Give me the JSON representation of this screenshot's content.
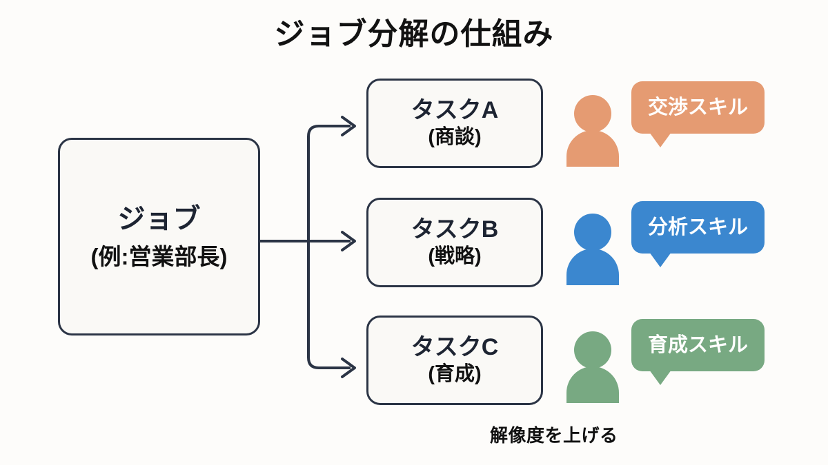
{
  "page": {
    "title": "ジョブ分解の仕組み",
    "caption": "解像度を上げる",
    "background_color": "#fdfcfa"
  },
  "colors": {
    "line": "#2b3445",
    "box_border": "#2b3445",
    "box_fill": "#faf9f6",
    "text": "#111111",
    "orange": "#e59b72",
    "blue": "#3b87cf",
    "green": "#78a982"
  },
  "job": {
    "label": "ジョブ",
    "sublabel": "(例:営業部長)"
  },
  "tasks": [
    {
      "label": "タスクA",
      "sublabel": "(商談)",
      "person_icon": "person-icon",
      "person_color": "#e59b72",
      "skill": "交渉スキル",
      "bubble_color": "#e59b72"
    },
    {
      "label": "タスクB",
      "sublabel": "(戦略)",
      "person_icon": "person-icon",
      "person_color": "#3b87cf",
      "skill": "分析スキル",
      "bubble_color": "#3b87cf"
    },
    {
      "label": "タスクC",
      "sublabel": "(育成)",
      "person_icon": "person-icon",
      "person_color": "#78a982",
      "skill": "育成スキル",
      "bubble_color": "#78a982"
    }
  ],
  "connectors": {
    "arrow_icon": "arrow-right-icon",
    "count": 3
  }
}
